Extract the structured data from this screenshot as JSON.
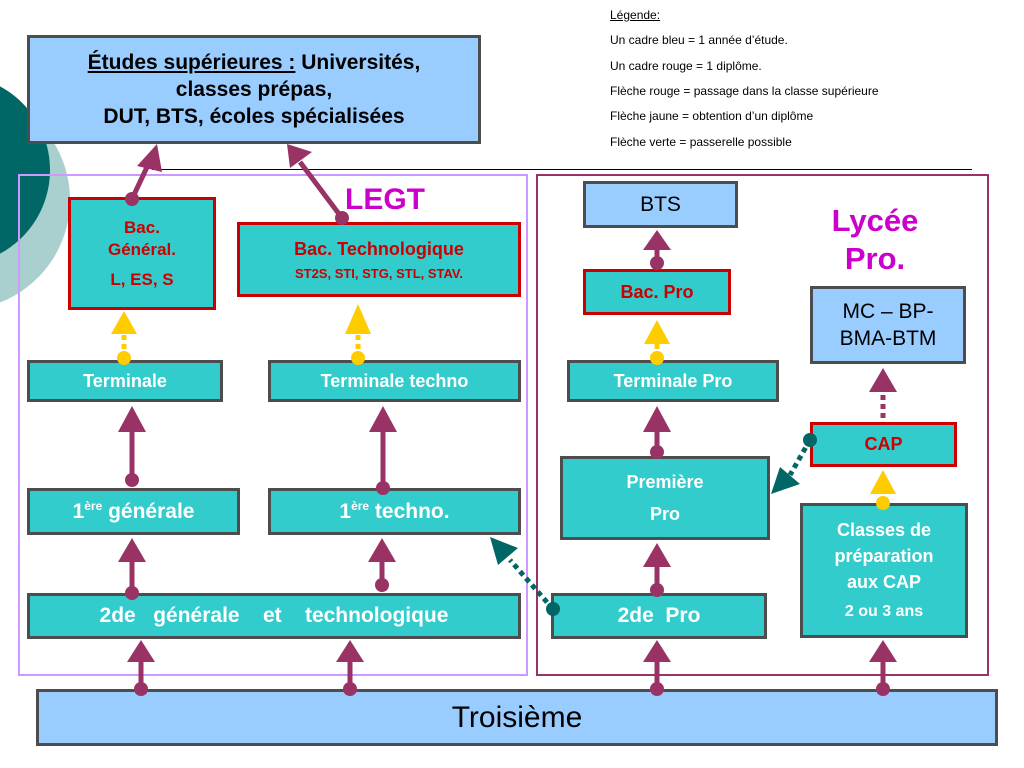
{
  "legend": {
    "title": "Légende:",
    "lines": [
      "Un cadre bleu = 1 année d’étude.",
      "Un cadre rouge = 1 diplôme.",
      "Flèche rouge = passage dans la classe supérieure",
      "Flèche jaune = obtention d’un diplôme",
      "Flèche verte = passerelle possible"
    ]
  },
  "etudes": {
    "prefix": "Études supérieures :",
    "line1_rest": " Universités,",
    "line2": "classes prépas,",
    "line3": "DUT, BTS, écoles spécialisées"
  },
  "legt": {
    "title": "LEGT",
    "bac_general": {
      "line1": "Bac.",
      "line2": "Général.",
      "line3": "L, ES, S"
    },
    "bac_techno": {
      "title": "Bac. Technologique",
      "sub": "ST2S, STI, STG, STL, STAV."
    },
    "terminale": "Terminale",
    "terminale_techno": "Terminale techno",
    "premiere_generale": {
      "num": "1",
      "sup": "ère",
      "rest": " générale"
    },
    "premiere_techno": {
      "num": "1",
      "sup": "ère",
      "rest": " techno."
    },
    "seconde": "2de   générale    et    technologique"
  },
  "lycee_pro": {
    "title_line1": "Lycée",
    "title_line2": "Pro.",
    "bts": "BTS",
    "bac_pro": "Bac. Pro",
    "terminale_pro": "Terminale Pro",
    "premiere_pro": {
      "line1": "Première",
      "line2": "Pro"
    },
    "seconde_pro": "2de  Pro",
    "mc": {
      "line1": "MC – BP-",
      "line2": "BMA-BTM"
    },
    "cap": "CAP",
    "prep_cap": {
      "line1": "Classes de",
      "line2": "préparation",
      "line3": "aux CAP",
      "line4": "2 ou 3 ans"
    }
  },
  "troisieme": "Troisième",
  "colors": {
    "teal": "#33cccc",
    "blue": "#99ccff",
    "red_border": "#cc0000",
    "magenta": "#cc00cc",
    "arrow_red": "#993366",
    "arrow_yellow": "#ffcc00",
    "arrow_green": "#006666",
    "legt_frame": "#cc99ff",
    "pro_frame": "#993366"
  }
}
